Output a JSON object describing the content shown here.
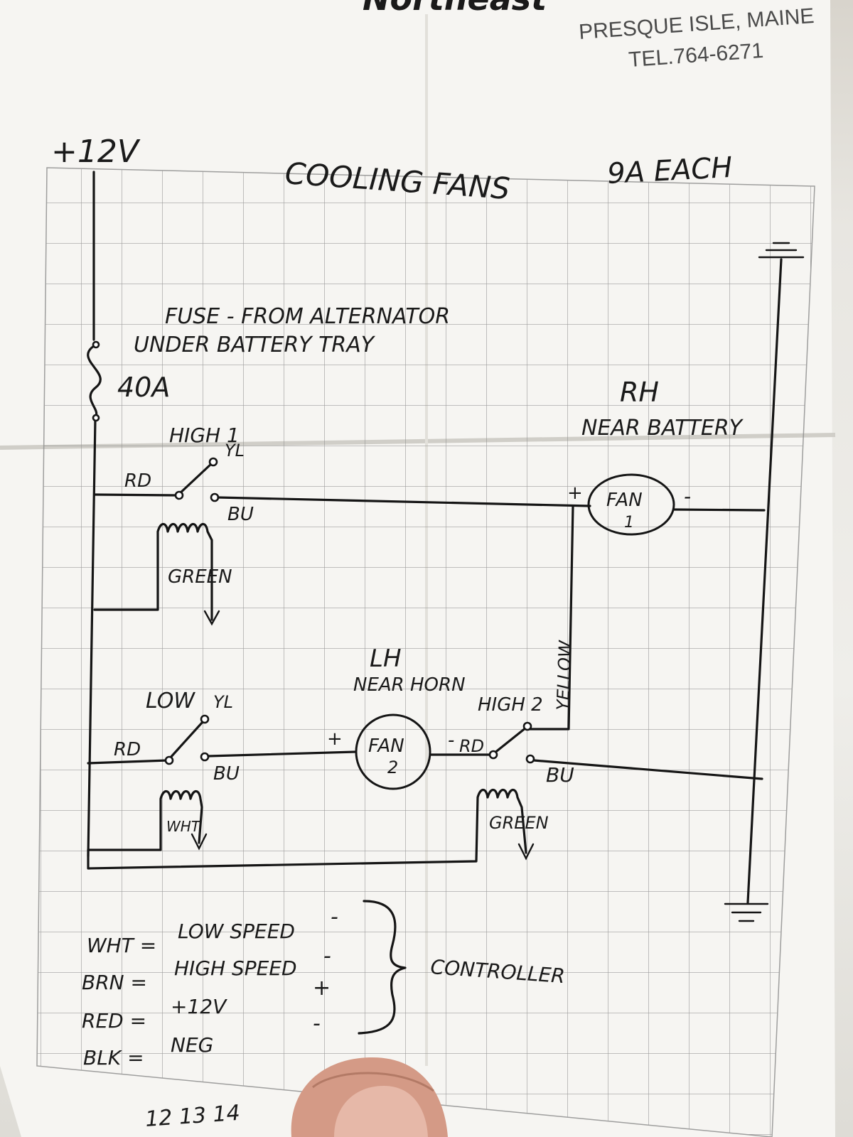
{
  "header": {
    "brand": "Northeast",
    "location": "PRESQUE ISLE, MAINE",
    "phone": "TEL.764-6271"
  },
  "diagram": {
    "supply_label": "+12V",
    "title": "COOLING FANS",
    "rating": "9A EACH",
    "fuse_note_1": "FUSE - FROM ALTERNATOR",
    "fuse_note_2": "UNDER BATTERY TRAY",
    "fuse_rating": "40A",
    "rh_title": "RH",
    "rh_subtitle": "NEAR BATTERY",
    "lh_title": "LH",
    "lh_subtitle": "NEAR HORN",
    "relay_high1": {
      "label": "HIGH 1",
      "yl": "YL",
      "rd": "RD",
      "bu": "BU",
      "coil": "GREEN"
    },
    "relay_low": {
      "label": "LOW",
      "yl": "YL",
      "rd": "RD",
      "bu": "BU",
      "coil": "WHT"
    },
    "relay_high2": {
      "label": "HIGH 2",
      "rd": "RD",
      "bu": "BU",
      "coil": "GREEN"
    },
    "yellow_wire": "YELLOW",
    "fan1": {
      "line1": "FAN",
      "line2": "1",
      "plus": "+",
      "minus": "-"
    },
    "fan2": {
      "line1": "FAN",
      "line2": "2",
      "plus": "+",
      "minus": "-"
    }
  },
  "legend": {
    "rows": [
      {
        "code": "WHT =",
        "meaning": "LOW SPEED",
        "sign": "-"
      },
      {
        "code": "BRN =",
        "meaning": "HIGH SPEED",
        "sign": "-"
      },
      {
        "code": "RED =",
        "meaning": "+12V",
        "sign": "+"
      },
      {
        "code": "BLK =",
        "meaning": "NEG",
        "sign": "-"
      }
    ],
    "group_label": "CONTROLLER"
  },
  "footer": {
    "ruler_numbers": "12 13 14"
  }
}
